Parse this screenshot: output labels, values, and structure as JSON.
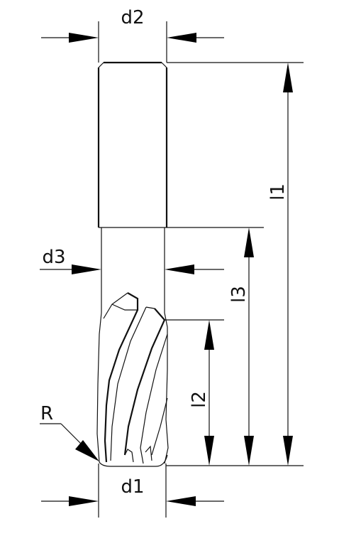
{
  "labels": {
    "d2": "d2",
    "d3": "d3",
    "d1": "d1",
    "R": "R",
    "l1": "l1",
    "l2": "l2",
    "l3": "l3"
  }
}
